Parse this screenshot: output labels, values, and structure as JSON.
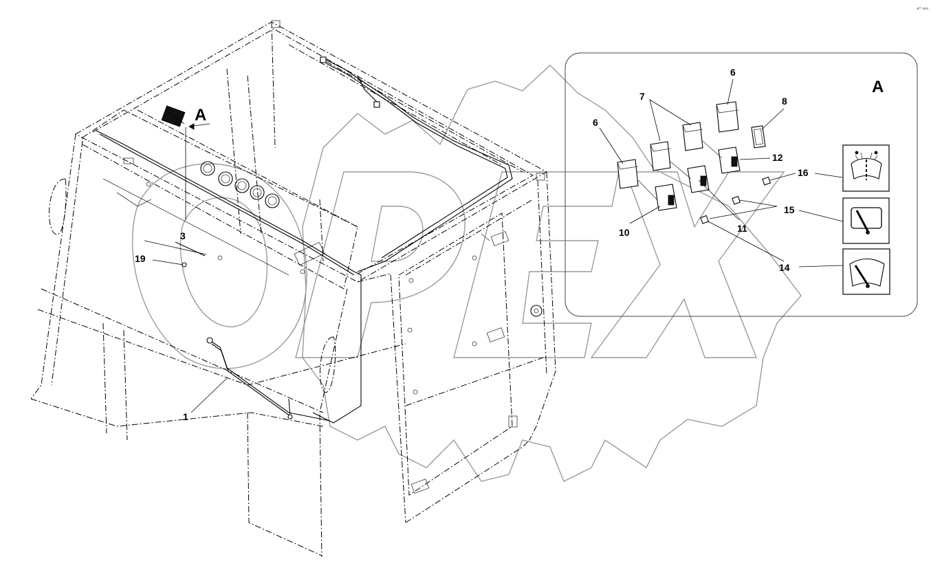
{
  "corner_code": "a⁰⁰ ooo",
  "watermark": "OPEX",
  "view": {
    "label": "A"
  },
  "callouts": [
    {
      "id": "c1",
      "text": "1"
    },
    {
      "id": "c3",
      "text": "3"
    },
    {
      "id": "c19",
      "text": "19"
    },
    {
      "id": "c6a",
      "text": "6"
    },
    {
      "id": "c6b",
      "text": "6"
    },
    {
      "id": "c7",
      "text": "7"
    },
    {
      "id": "c8",
      "text": "8"
    },
    {
      "id": "c10",
      "text": "10"
    },
    {
      "id": "c11",
      "text": "11"
    },
    {
      "id": "c12",
      "text": "12"
    },
    {
      "id": "c14",
      "text": "14"
    },
    {
      "id": "c15",
      "text": "15"
    },
    {
      "id": "c16",
      "text": "16"
    }
  ],
  "detail": {
    "title": "A",
    "icons": [
      {
        "name": "wiper-washer-symbol-icon"
      },
      {
        "name": "rear-wiper-symbol-icon"
      },
      {
        "name": "front-wiper-symbol-icon"
      }
    ]
  }
}
